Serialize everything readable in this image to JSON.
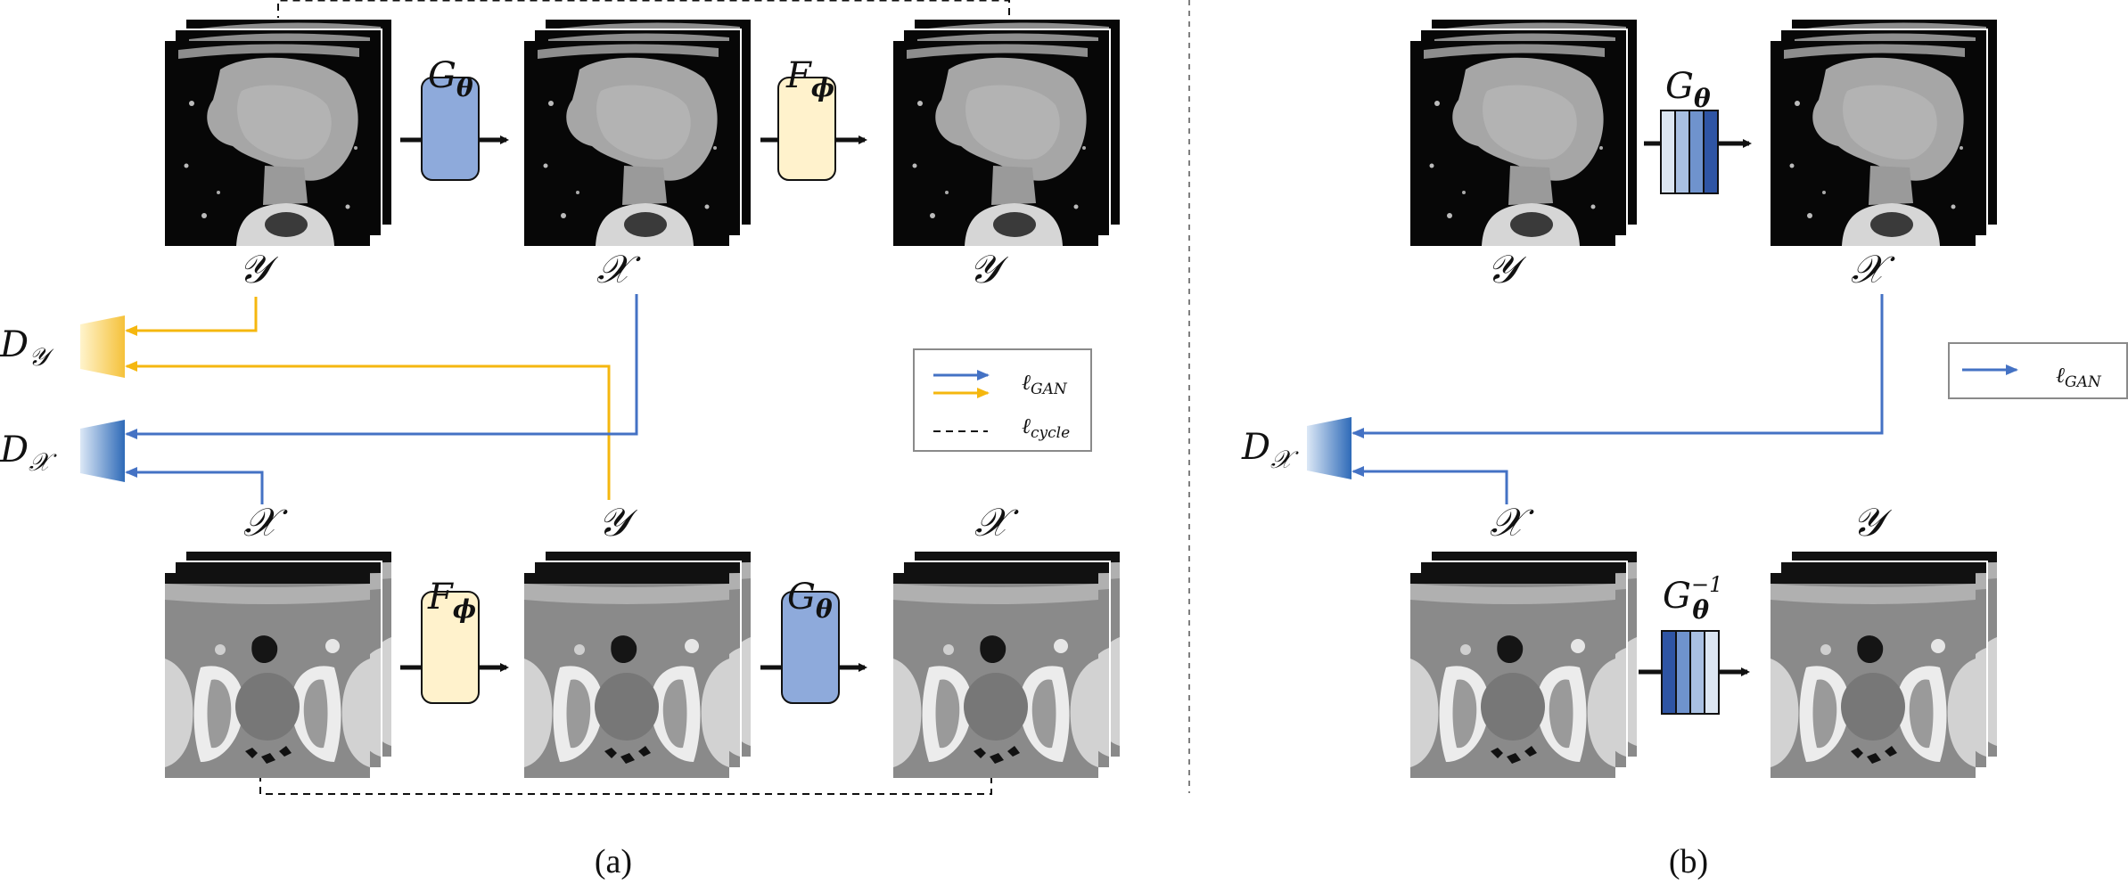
{
  "panel_a": {
    "caption": "(a)",
    "top_row": {
      "image_labels": [
        "𝒴",
        "𝒳",
        "𝒴"
      ],
      "block1_label": "G",
      "block1_sub": "θ",
      "block2_label": "F",
      "block2_sub": "ϕ"
    },
    "bottom_row": {
      "image_labels": [
        "𝒳",
        "𝒴",
        "𝒳"
      ],
      "block1_label": "F",
      "block1_sub": "ϕ",
      "block2_label": "G",
      "block2_sub": "θ"
    },
    "discriminators": {
      "dy_label": "D",
      "dy_sub": "𝒴",
      "dx_label": "D",
      "dx_sub": "𝒳"
    },
    "legend": [
      {
        "label": "ℓ",
        "sub": "GAN",
        "style": "blue-arrow"
      },
      {
        "label": "ℓ",
        "sub": "GAN",
        "style": "yellow-arrow"
      },
      {
        "label": "ℓ",
        "sub": "cycle",
        "style": "dashed-line"
      }
    ]
  },
  "panel_b": {
    "caption": "(b)",
    "top_row": {
      "image_labels": [
        "𝒴",
        "𝒳"
      ],
      "block_label": "G",
      "block_sub": "θ"
    },
    "bottom_row": {
      "image_labels": [
        "𝒳",
        "𝒴"
      ],
      "block_label": "G",
      "block_sub": "θ",
      "block_sup": "−1"
    },
    "discriminator": {
      "label": "D",
      "sub": "𝒳"
    },
    "legend": [
      {
        "label": "ℓ",
        "sub": "GAN",
        "style": "blue-arrow"
      }
    ]
  },
  "colors": {
    "blue": "#4472c4",
    "yellow": "#f5b70f",
    "g_block": "#8eaadb",
    "f_block": "#fff2cc",
    "dark_blue": "#2f55a4"
  }
}
